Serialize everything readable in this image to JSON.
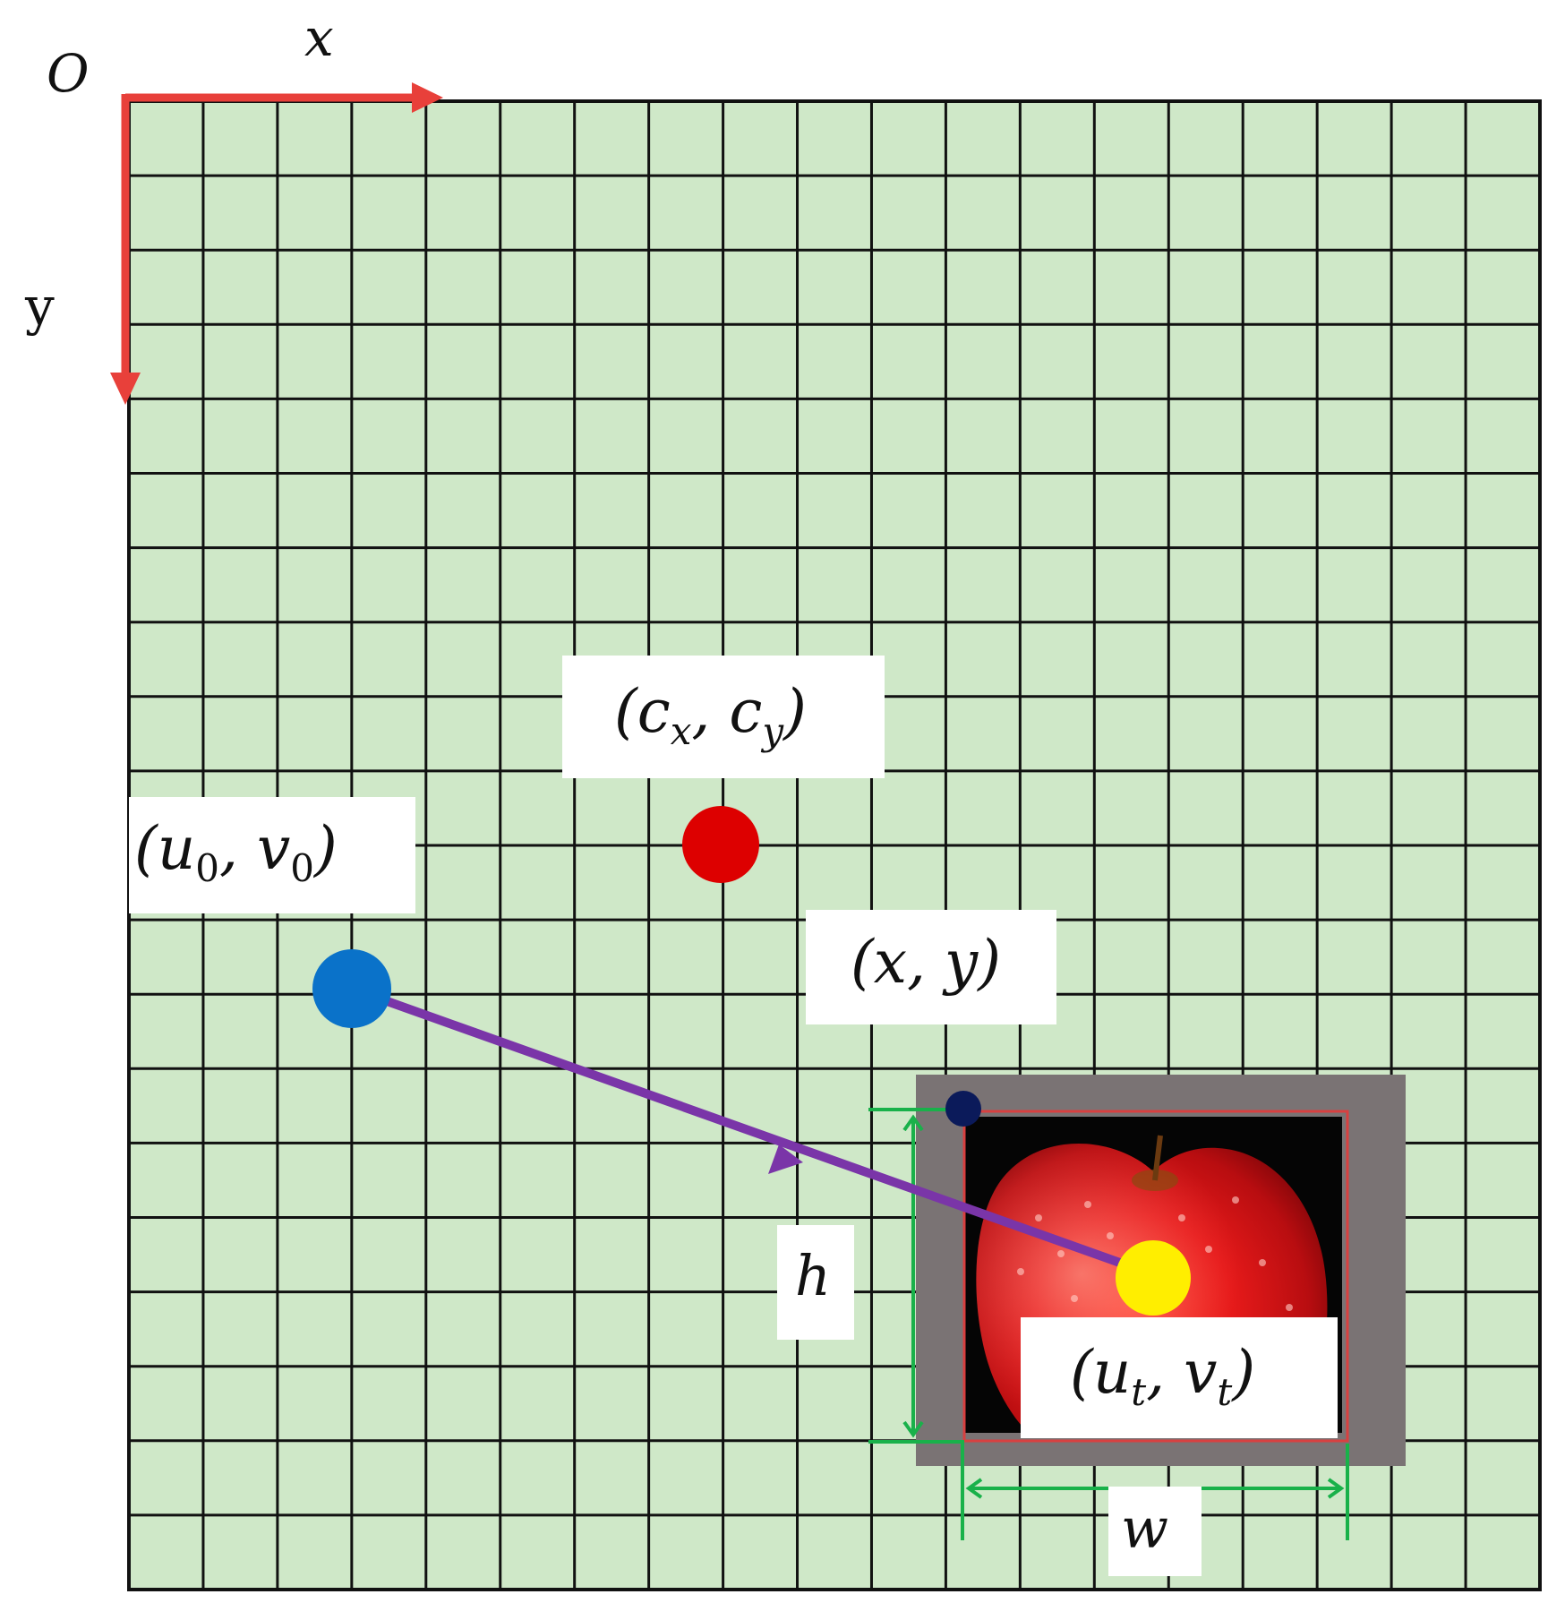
{
  "axes": {
    "origin_label": "O",
    "x_label": "x",
    "y_label": "y",
    "axis_color": "#e8403a"
  },
  "grid": {
    "cols": 19,
    "rows": 20,
    "cell_fill": "#cfe8c8",
    "line_color": "#111111"
  },
  "points": {
    "center": {
      "label_base_1": "c",
      "label_sub_1": "x",
      "label_base_2": "c",
      "label_sub_2": "y",
      "color": "#dd0000"
    },
    "start": {
      "label_base_1": "u",
      "label_sub_1": "0",
      "label_base_2": "v",
      "label_sub_2": "0",
      "color": "#0a72c9"
    },
    "point": {
      "label": "(x, y)"
    },
    "target": {
      "label_base_1": "u",
      "label_sub_1": "t",
      "label_base_2": "v",
      "label_sub_2": "t",
      "color": "#ffee00"
    },
    "corner": {
      "color": "#0b1a5a"
    }
  },
  "trajectory": {
    "color": "#7a35a8"
  },
  "bbox": {
    "frame_color": "#7a7374",
    "box_color": "#d84040",
    "dim_color": "#19b14a",
    "height_label": "h",
    "width_label": "w",
    "image_subject": "apple"
  }
}
